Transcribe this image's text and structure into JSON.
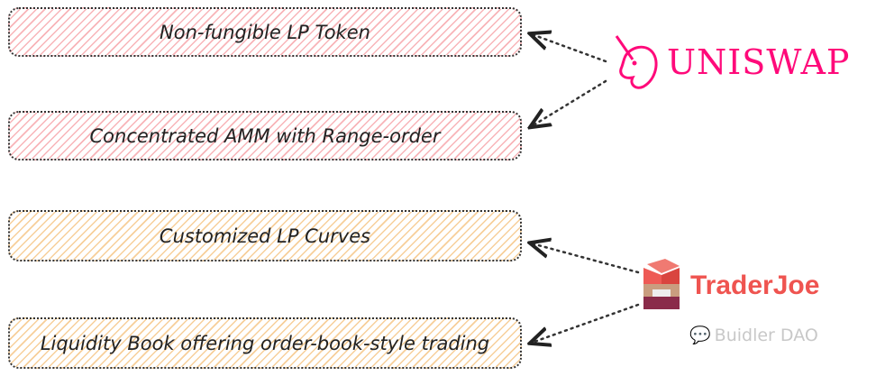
{
  "boxes": [
    {
      "label": "Non-fungible LP Token",
      "group": "uniswap"
    },
    {
      "label": "Concentrated AMM with Range-order",
      "group": "uniswap"
    },
    {
      "label": "Customized LP Curves",
      "group": "traderjoe"
    },
    {
      "label": "Liquidity Book offering order-book-style trading",
      "group": "traderjoe"
    }
  ],
  "logos": {
    "uniswap": "UNISWAP",
    "traderjoe": "TraderJoe"
  },
  "watermark": "Buidler DAO",
  "colors": {
    "uniswap": "#ff0a7a",
    "traderjoe": "#ef5450",
    "pink_hatch": "#f8b4b8",
    "orange_hatch": "#f7cf9a"
  }
}
